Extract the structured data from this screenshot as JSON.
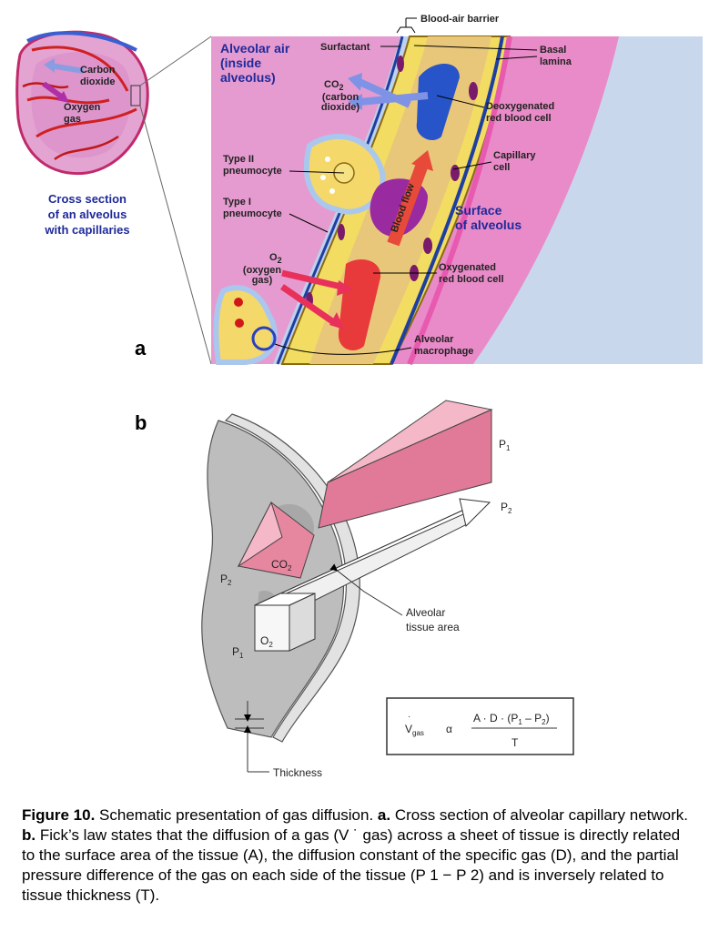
{
  "panel_a": {
    "letter": "a",
    "inset_labels": {
      "carbon_dioxide_l1": "Carbon",
      "carbon_dioxide_l2": "dioxide",
      "oxygen_l1": "Oxygen",
      "oxygen_l2": "gas",
      "cross_section_l1": "Cross section",
      "cross_section_l2": "of an alveolus",
      "cross_section_l3": "with capillaries"
    },
    "labels": {
      "blood_air_barrier": "Blood-air barrier",
      "alveolar_air_l1": "Alveolar air",
      "alveolar_air_l2": "(inside",
      "alveolar_air_l3": "alveolus)",
      "surfactant": "Surfactant",
      "basal_l1": "Basal",
      "basal_l2": "lamina",
      "co2_main": "CO",
      "co2_sub": "2",
      "co2_desc_l1": "(carbon",
      "co2_desc_l2": "dioxide)",
      "deoxy_l1": "Deoxygenated",
      "deoxy_l2": "red blood cell",
      "type2_l1": "Type II",
      "type2_l2": "pneumocyte",
      "capillary_l1": "Capillary",
      "capillary_l2": "cell",
      "type1_l1": "Type I",
      "type1_l2": "pneumocyte",
      "blood_flow": "Blood flow",
      "surface_l1": "Surface",
      "surface_l2": "of alveolus",
      "o2_main": "O",
      "o2_sub": "2",
      "o2_desc_l1": "(oxygen",
      "o2_desc_l2": "gas)",
      "oxy_l1": "Oxygenated",
      "oxy_l2": "red blood cell",
      "macro_l1": "Alveolar",
      "macro_l2": "macrophage"
    }
  },
  "panel_b": {
    "letter": "b",
    "labels": {
      "p1_top": "P",
      "p1_top_sub": "1",
      "p2_right": "P",
      "p2_right_sub": "2",
      "co2_main": "CO",
      "co2_sub": "2",
      "p2_left": "P",
      "p2_left_sub": "2",
      "o2_main": "O",
      "o2_sub": "2",
      "p1_left": "P",
      "p1_left_sub": "1",
      "tissue_l1": "Alveolar",
      "tissue_l2": "tissue area",
      "thickness": "Thickness"
    },
    "formula": {
      "v": "V",
      "v_sub": "gas",
      "prop": "α",
      "numerator": "A · D · (P",
      "num_sub1": "1",
      "num_mid": " – P",
      "num_sub2": "2",
      "num_end": ")",
      "denominator": "T"
    }
  },
  "caption": {
    "label": "Figure 10.",
    "text1": " Schematic presentation of gas diffusion. ",
    "a": "a.",
    "text2": " Cross section of alveolar capillary network. ",
    "b": "b.",
    "text3": " Fick’s law states that the diffusion of a gas (V ˙ gas) across a sheet of tissue is directly related to the surface area of the tissue (A), the diffusion constant of the specific gas (D), and the partial pressure difference of the gas on each side of the tissue (P 1 − P 2) and is inversely related to tissue thickness (T)."
  }
}
